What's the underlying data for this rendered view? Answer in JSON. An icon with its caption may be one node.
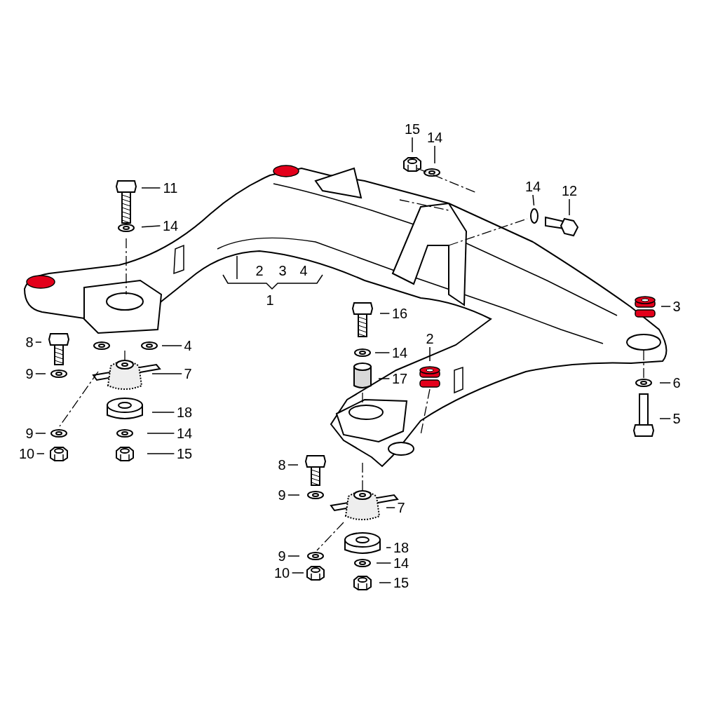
{
  "diagram": {
    "nodes": [
      {
        "text": [
          "15"
        ]
      },
      {
        "text": [
          "14"
        ]
      },
      {
        "text": [
          "11"
        ]
      },
      {
        "text": [
          "14"
        ]
      },
      {
        "text": [
          "12"
        ]
      },
      {
        "text": [
          "14"
        ]
      },
      {
        "text": [
          "3"
        ]
      },
      {
        "text": [
          "16"
        ]
      },
      {
        "text": [
          "8"
        ]
      },
      {
        "text": [
          "4"
        ]
      },
      {
        "text": [
          "2"
        ]
      },
      {
        "text": [
          "14"
        ]
      },
      {
        "text": [
          "9"
        ]
      },
      {
        "text": [
          "7"
        ]
      },
      {
        "text": [
          "17"
        ]
      },
      {
        "text": [
          "6"
        ]
      },
      {
        "text": [
          "18"
        ]
      },
      {
        "text": [
          "5"
        ]
      },
      {
        "text": [
          "9"
        ]
      },
      {
        "text": [
          "14"
        ]
      },
      {
        "text": [
          "10"
        ]
      },
      {
        "text": [
          "15"
        ]
      },
      {
        "text": [
          "8"
        ]
      },
      {
        "text": [
          "9"
        ]
      },
      {
        "text": [
          "7"
        ]
      },
      {
        "text": [
          "18"
        ]
      },
      {
        "text": [
          "9"
        ]
      },
      {
        "text": [
          "14"
        ]
      },
      {
        "text": [
          "10"
        ]
      },
      {
        "text": [
          "15"
        ]
      }
    ],
    "edges": [
      {
        "from": 0,
        "to": null,
        "arrow": "none"
      },
      {
        "from": 1,
        "to": null,
        "arrow": "none"
      },
      {
        "from": 2,
        "to": null,
        "arrow": "none"
      },
      {
        "from": 3,
        "to": null,
        "arrow": "none"
      },
      {
        "from": 4,
        "to": null,
        "arrow": "none"
      },
      {
        "from": 5,
        "to": null,
        "arrow": "none"
      },
      {
        "from": 6,
        "to": null,
        "arrow": "none"
      },
      {
        "from": 7,
        "to": null,
        "arrow": "none"
      },
      {
        "from": 8,
        "to": null,
        "arrow": "none"
      },
      {
        "from": 9,
        "to": null,
        "arrow": "none"
      },
      {
        "from": 10,
        "to": null,
        "arrow": "none"
      },
      {
        "from": 11,
        "to": null,
        "arrow": "none"
      },
      {
        "from": 12,
        "to": null,
        "arrow": "none"
      },
      {
        "from": 13,
        "to": null,
        "arrow": "none"
      },
      {
        "from": 14,
        "to": null,
        "arrow": "none"
      },
      {
        "from": 15,
        "to": null,
        "arrow": "none"
      },
      {
        "from": 16,
        "to": null,
        "arrow": "none"
      },
      {
        "from": 17,
        "to": null,
        "arrow": "none"
      },
      {
        "from": 18,
        "to": null,
        "arrow": "none"
      },
      {
        "from": 19,
        "to": null,
        "arrow": "none"
      },
      {
        "from": 20,
        "to": null,
        "arrow": "none"
      },
      {
        "from": 21,
        "to": null,
        "arrow": "none"
      },
      {
        "from": 22,
        "to": null,
        "arrow": "none"
      },
      {
        "from": 23,
        "to": null,
        "arrow": "none"
      },
      {
        "from": 24,
        "to": null,
        "arrow": "none"
      },
      {
        "from": 25,
        "to": null,
        "arrow": "none"
      },
      {
        "from": 26,
        "to": null,
        "arrow": "none"
      },
      {
        "from": 27,
        "to": null,
        "arrow": "none"
      },
      {
        "from": 28,
        "to": null,
        "arrow": "none"
      },
      {
        "from": 29,
        "to": null,
        "arrow": "none"
      }
    ],
    "labels": [
      "2",
      "3",
      "4",
      "1"
    ]
  }
}
